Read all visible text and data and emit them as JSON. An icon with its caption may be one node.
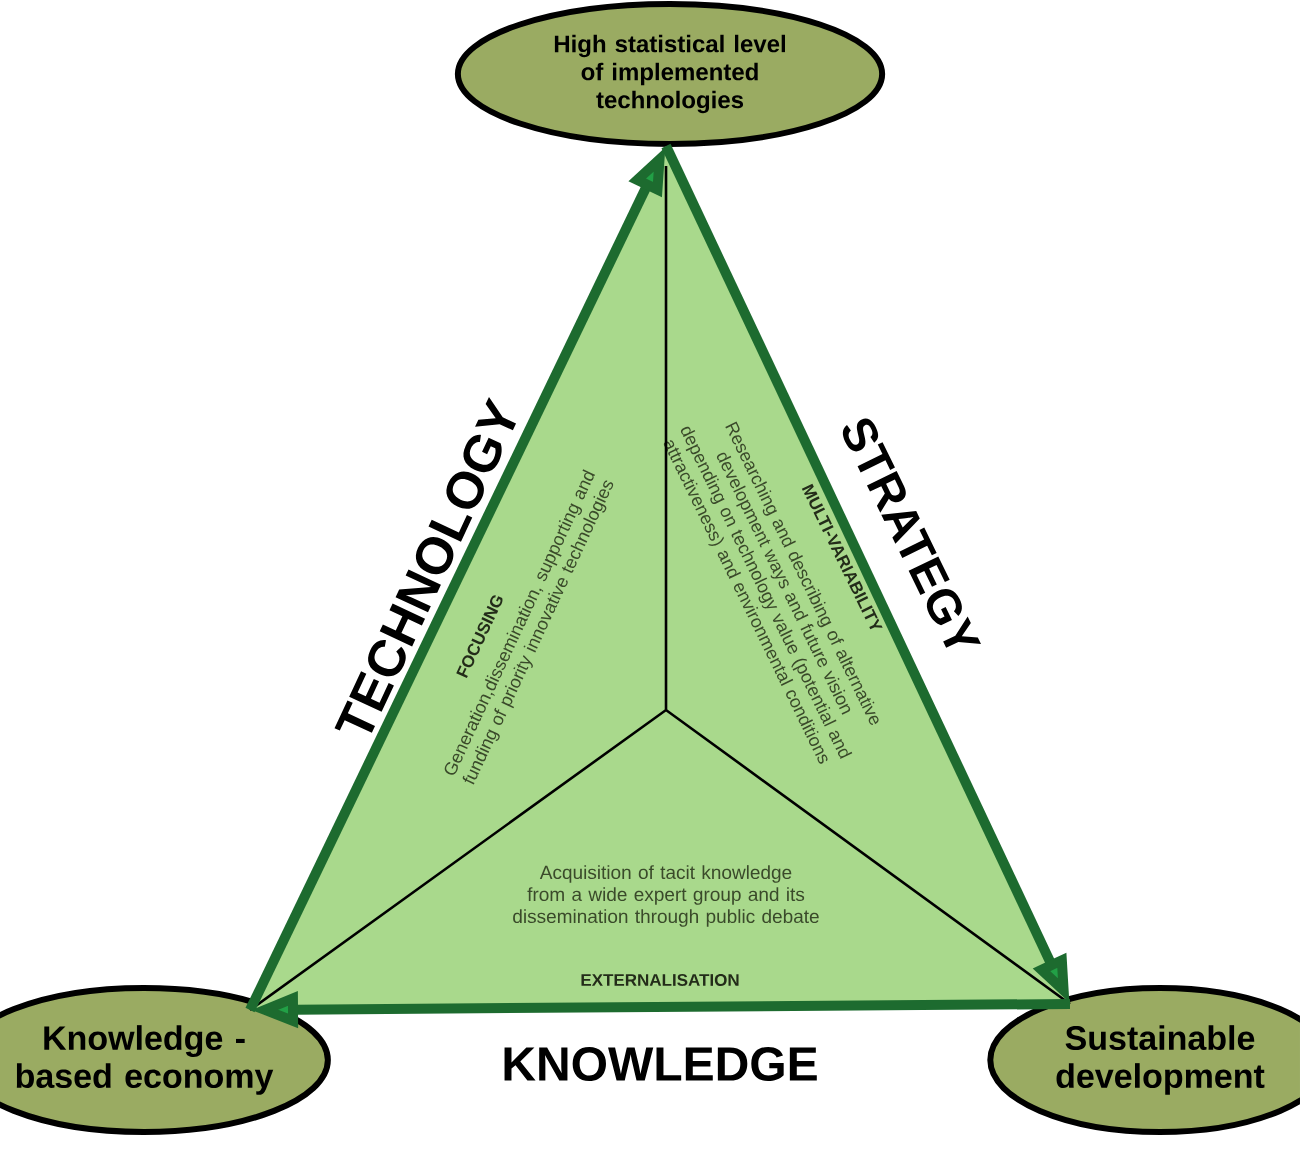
{
  "diagram": {
    "nodes": [
      {
        "text": [
          "High statistical level of implemented technologies"
        ]
      },
      {
        "text": [
          "Knowledge - based economy"
        ]
      },
      {
        "text": [
          "Sustainable development"
        ]
      },
      {
        "text": [
          "FOCUSING",
          "Generation,dissemination, supporting and funding of priority innovative technologies"
        ]
      },
      {
        "text": [
          "MULTI-VARIABILITY",
          "Researching and describing of alternative development ways and future vision depending on technology value (potential and attractiveness) and environmental conditions"
        ]
      },
      {
        "text": [
          "Acquisition of tacit knowledge from a wide expert group and its dissemination through public debate",
          "EXTERNALISATION"
        ]
      }
    ],
    "edges": [
      {
        "from": 1,
        "to": 0,
        "arrow": "to",
        "label": "TECHNOLOGY"
      },
      {
        "from": 0,
        "to": 2,
        "arrow": "to",
        "label": "STRATEGY"
      },
      {
        "from": 2,
        "to": 1,
        "arrow": "to",
        "label": "KNOWLEDGE"
      }
    ]
  }
}
